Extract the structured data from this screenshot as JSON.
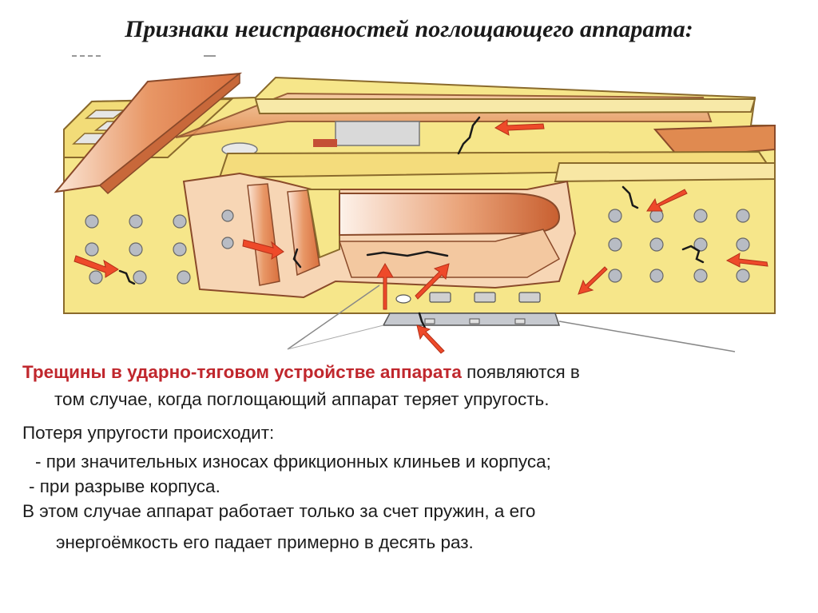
{
  "title": "Признаки неисправностей поглощающего аппарата:",
  "paragraph1": {
    "highlight": "Трещины в ударно-тяговом устройстве аппарата",
    "rest_line1": " появляются в",
    "line2": "том случае, когда поглощающий аппарат теряет упругость."
  },
  "loss_heading": "Потеря упругости происходит:",
  "bullets": [
    "- при значительных износах фрикционных клиньев и корпуса;",
    "- при разрыве корпуса."
  ],
  "conclusion": {
    "line1": "В этом случае аппарат работает только за счет пружин, а его",
    "line2": "энергоёмкость его падает примерно в десять раз."
  },
  "diagram": {
    "icon": "shock-absorber-cracks-illustration",
    "colors": {
      "frame": "#f6e68a",
      "frame_dark": "#e3c95a",
      "outline": "#8a6a2c",
      "copper": "#e79a6a",
      "copper_light": "#f7d2b8",
      "arrow": "#ee4a2a",
      "crack": "#1a1a1a",
      "rivet": "#b8bcc4"
    }
  }
}
